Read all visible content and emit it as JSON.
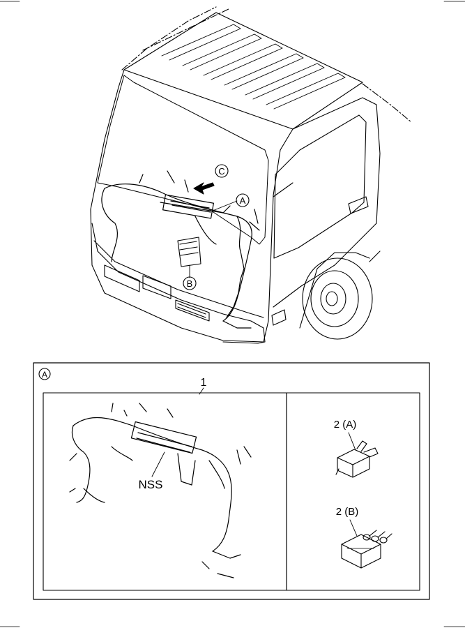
{
  "callouts": {
    "A": "A",
    "B": "B",
    "C": "C"
  },
  "detail_panel": {
    "section_marker": "A",
    "part_number": "1",
    "harness_label": "NSS",
    "relay_a_label": "2 (A)",
    "relay_b_label": "2 (B)"
  },
  "colors": {
    "line": "#000000",
    "background": "#ffffff"
  }
}
